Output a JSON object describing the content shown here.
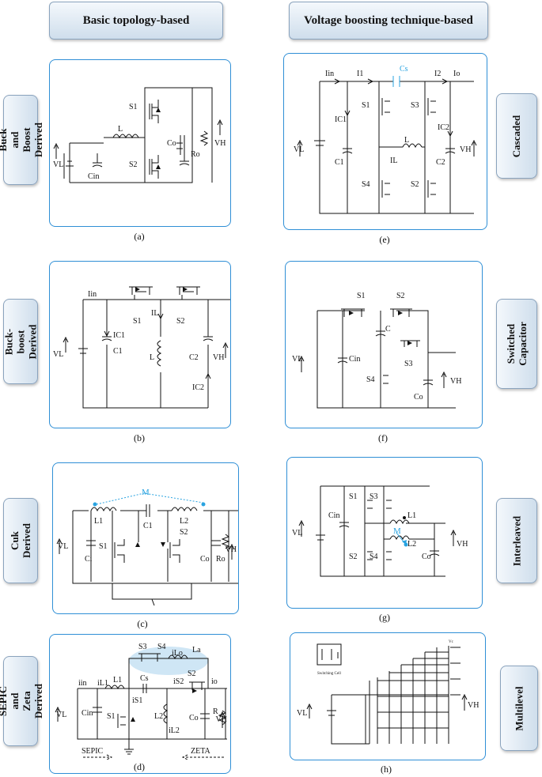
{
  "headers": {
    "left": "Basic topology-based",
    "right": "Voltage boosting technique-based"
  },
  "side_labels": {
    "a": "Buck and\nBoost Derived",
    "b": "Buck-boost\nDerived",
    "c": "Cuk Derived",
    "d": "SEPIC and\nZeta Derived",
    "e": "Cascaded",
    "f": "Switched\nCapacitor",
    "g": "Interleaved",
    "h": "Multilevel"
  },
  "captions": {
    "a": "(a)",
    "b": "(b)",
    "c": "(c)",
    "d": "(d)",
    "e": "(e)",
    "f": "(f)",
    "g": "(g)",
    "h": "(h)"
  },
  "colors": {
    "panel_border": "#2f8fd6",
    "coupling": "#29a3e0"
  },
  "panel_a": {
    "s1": "S1",
    "s2": "S2",
    "l": "L",
    "cin": "Cin",
    "co": "Co",
    "ro": "Ro",
    "vl": "VL",
    "vh": "VH"
  },
  "panel_b": {
    "iin": "Iin",
    "ic1": "IC1",
    "c1": "C1",
    "s1": "S1",
    "s2": "S2",
    "il": "IL",
    "l": "L",
    "c2": "C2",
    "ic2": "IC2",
    "vl": "VL",
    "vh": "VH"
  },
  "panel_c": {
    "m": "M",
    "l1": "L1",
    "l2": "L2",
    "c1": "C1",
    "ci": "Ci",
    "s1": "S1",
    "s2": "S2",
    "co": "Co",
    "ro": "Ro",
    "vl": "VL",
    "vh": "VH"
  },
  "panel_d": {
    "s3": "S3",
    "s4": "S4",
    "lo": "iLo",
    "la": "La",
    "iin": "iin",
    "il1": "iL1",
    "l1": "L1",
    "cs": "Cs",
    "is2": "iS2",
    "s2": "S2",
    "io": "io",
    "is1": "iS1",
    "s1": "S1",
    "l2": "L2",
    "il2": "iL2",
    "cin": "Cin",
    "co": "Co",
    "r": "R",
    "vl": "VL",
    "vh": "VH",
    "sepic": "SEPIC",
    "zeta": "ZETA"
  },
  "panel_e": {
    "iin": "Iin",
    "i1": "I1",
    "cs": "Cs",
    "i2": "I2",
    "io": "Io",
    "s1": "S1",
    "s3": "S3",
    "ic1": "IC1",
    "ic2": "IC2",
    "l": "L",
    "il": "IL",
    "c1": "C1",
    "c2": "C2",
    "s4": "S4",
    "s2": "S2",
    "vl": "VL",
    "vh": "VH"
  },
  "panel_f": {
    "s1": "S1",
    "s2": "S2",
    "c": "C",
    "s3": "S3",
    "s4": "S4",
    "cin": "Cin",
    "co": "Co",
    "vl": "VL",
    "vh": "VH"
  },
  "panel_g": {
    "s1": "S1",
    "s3": "S3",
    "s2": "S2",
    "s4": "S4",
    "l1": "L1",
    "l2": "L2",
    "m": "M",
    "cin": "Cin",
    "co": "Co",
    "vl": "VL",
    "vh": "VH"
  },
  "panel_h": {
    "cell": "Switching Cell",
    "vl": "VL",
    "vh": "VH",
    "vc": "Vc"
  }
}
